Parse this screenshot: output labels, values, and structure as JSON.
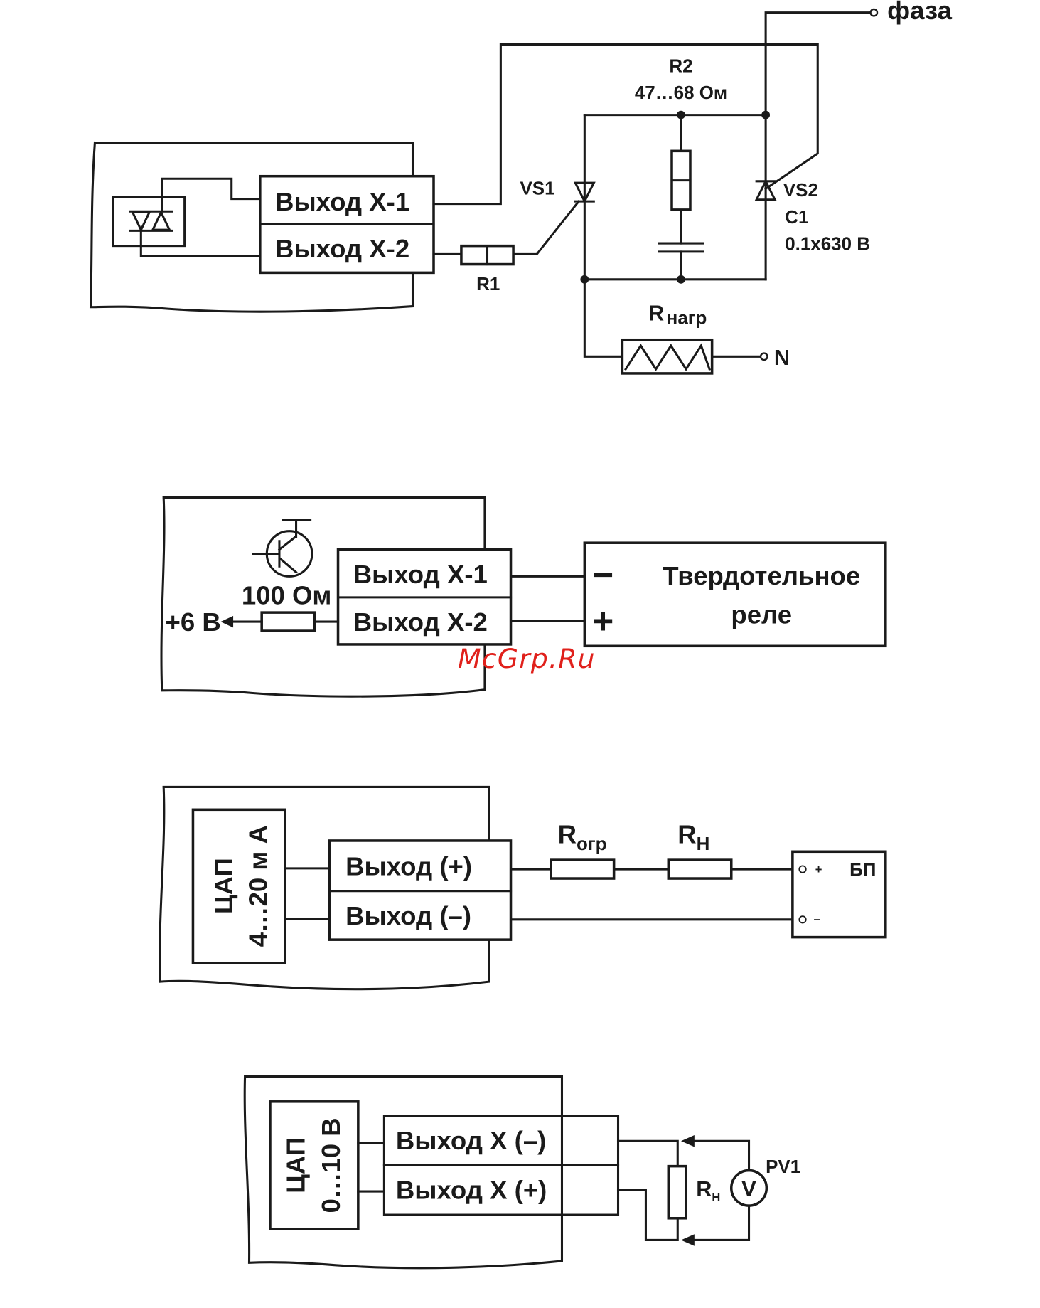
{
  "diagram1": {
    "out1": "Выход X-1",
    "out2": "Выход X-2",
    "r1": "R1",
    "vs1": "VS1",
    "r2": "R2",
    "r2_value": "47…68 Ом",
    "vs2": "VS2",
    "c1": "C1",
    "c1_value": "0.1x630 В",
    "phase": "фаза",
    "load_r": "R",
    "load_sub": "нагр",
    "neutral": "N"
  },
  "diagram2": {
    "out1": "Выход X-1",
    "out2": "Выход X-2",
    "resistor": "100 Ом",
    "supply": "+6 В",
    "minus": "−",
    "plus": "+",
    "relay_line1": "Твердотельное",
    "relay_line2": "реле"
  },
  "watermark": "McGrp.Ru",
  "diagram3": {
    "dac": "ЦАП",
    "dac_range": "4…20 м А",
    "out_plus": "Выход (+)",
    "out_minus": "Выход (–)",
    "r_lim": "R",
    "r_lim_sub": "огр",
    "r_load": "R",
    "r_load_sub": "Н",
    "psu": "БП",
    "psu_plus": "+",
    "psu_minus": "−"
  },
  "diagram4": {
    "dac": "ЦАП",
    "dac_range": "0…10 В",
    "out_minus": "Выход X (–)",
    "out_plus": "Выход X (+)",
    "r_load": "R",
    "r_load_sub": "Н",
    "voltmeter": "V",
    "voltmeter_label": "PV1"
  }
}
